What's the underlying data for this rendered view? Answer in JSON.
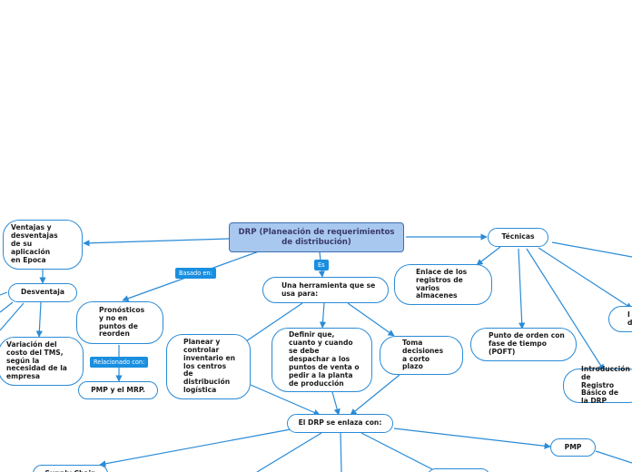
{
  "root": "DRP (Planeación de  requerimientos\nde distribución)",
  "nodes": {
    "ventajas": "Ventajas y\ndesventajas\nde su\naplicación\nen Epoca",
    "desventaja": "Desventaja",
    "variacion": "Variación del\ncosto del TMS,\nsegún la\nnecesidad de la\nempresa",
    "pronosticos": "Pronósticos\ny no en\npuntos de\nreorden",
    "pmp_mrp": "PMP y el MRP.",
    "herramienta": "Una herramienta que se\nusa para:",
    "planear": "Planear y\ncontrolar\ninventario en\nlos centros\nde\ndistribución\nlogística",
    "definir": "Definir que,\ncuanto y cuando\nse debe\ndespachar a los\npuntos de venta o\npedir a la planta\nde producción",
    "toma": "Toma\ndecisiones\na corto\nplazo",
    "enlaza": "El DRP se enlaza con:",
    "supply": "Supply Chain",
    "tecnicas": "Técnicas",
    "enlace": "Enlace de los\nregistros de\nvarios\nalmacenes",
    "punto": "Punto de orden con\nfase de tiempo\n(POFT)",
    "intro": "Introducción de\nRegistro Básico de\nla DRP",
    "partial_i": "I\nd",
    "pmp": "PMP"
  },
  "tags": {
    "basado": "Basado en:",
    "es": "Es",
    "relacionado": "Relacionado con:"
  }
}
